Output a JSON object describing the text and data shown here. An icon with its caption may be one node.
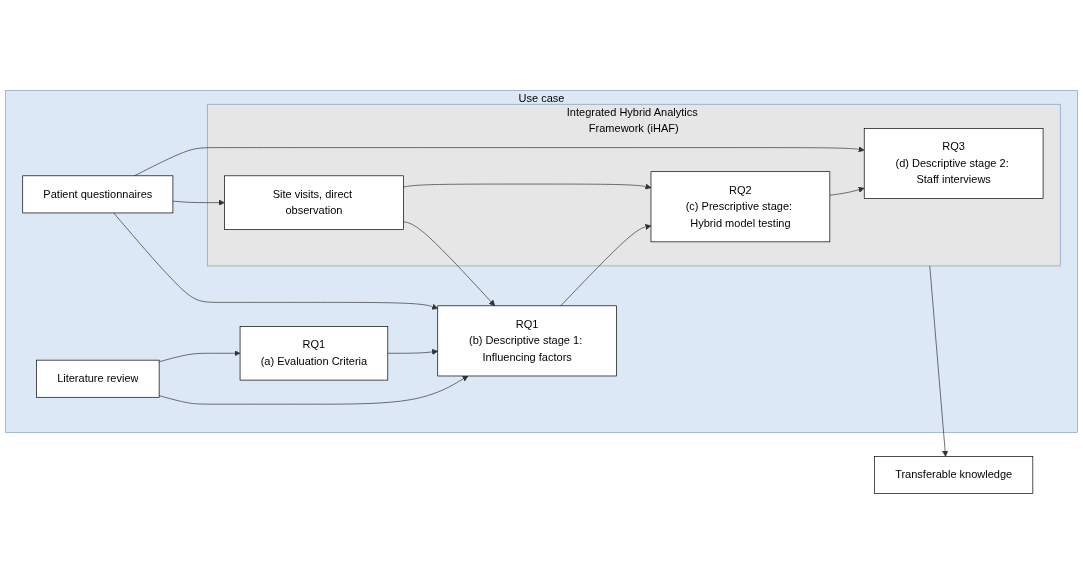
{
  "diagram": {
    "nodes": [
      {
        "text": [
          "Use case"
        ]
      },
      {
        "text": [
          "Literature review"
        ],
        "in": 0
      },
      {
        "text": [
          "RQ1",
          "(a) Evaluation Criteria"
        ],
        "in": 0
      },
      {
        "text": [
          "RQ1",
          "(b) Descriptive stage 1: Influencing factors"
        ],
        "in": 0
      },
      {
        "text": [
          "Integrated Hybrid Analytics Framework (iHAF)"
        ],
        "in": 0
      },
      {
        "text": [
          "RQ2",
          "(c) Prescriptive stage: Hybrid model testing"
        ],
        "in": 4
      },
      {
        "text": [
          "RQ3",
          "(d) Descriptive stage 2: Staff interviews"
        ],
        "in": 4
      },
      {
        "text": [
          "Site visits, direct observation"
        ],
        "in": 4
      },
      {
        "text": [
          "Patient questionnaires"
        ],
        "in": 0
      },
      {
        "text": [
          "Transferable knowledge"
        ]
      }
    ],
    "edges": [
      {
        "from": 1,
        "to": 2,
        "arrow": "to"
      },
      {
        "from": 1,
        "to": 3,
        "arrow": "to"
      },
      {
        "from": 2,
        "to": 3,
        "arrow": "to"
      },
      {
        "from": 3,
        "to": 5,
        "arrow": "to"
      },
      {
        "from": 5,
        "to": 6,
        "arrow": "to"
      },
      {
        "from": 4,
        "to": 9,
        "arrow": "to"
      },
      {
        "from": 7,
        "to": 5,
        "arrow": "to"
      },
      {
        "from": 7,
        "to": 3,
        "arrow": "to"
      },
      {
        "from": 8,
        "to": 7,
        "arrow": "to"
      },
      {
        "from": 8,
        "to": 6,
        "arrow": "to"
      },
      {
        "from": 8,
        "to": 3,
        "arrow": "to"
      }
    ]
  }
}
